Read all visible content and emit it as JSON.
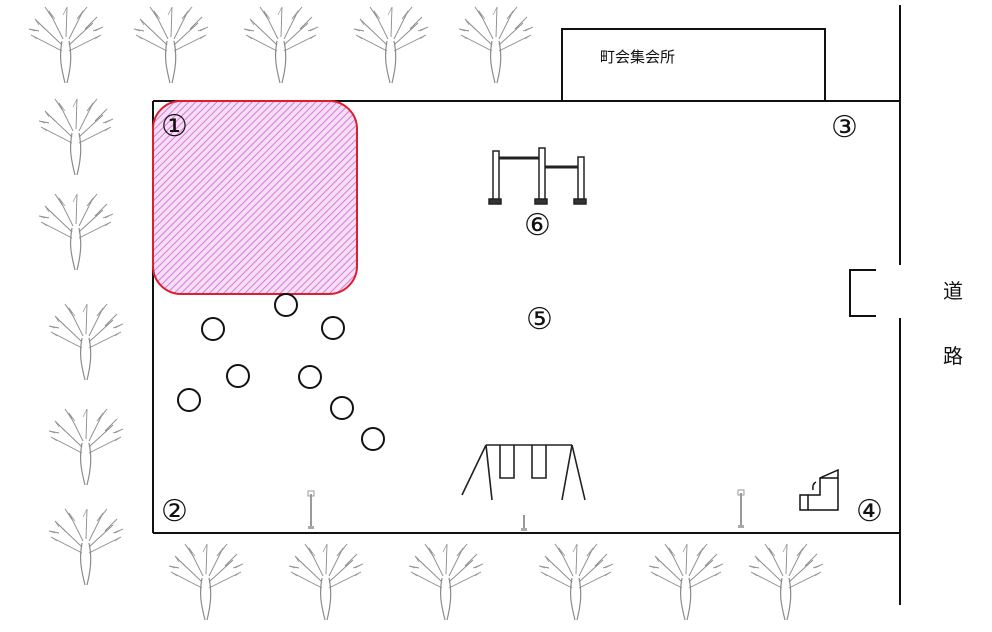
{
  "hall_label": "町会集会所",
  "road": [
    "道",
    "路"
  ],
  "markers": {
    "m1": "①",
    "m2": "②",
    "m3": "③",
    "m4": "④",
    "m5": "⑤",
    "m6": "⑥"
  },
  "colors": {
    "line": "#111111",
    "highlight_border": "#dd1e2d",
    "highlight_fill": "#e9a3ea",
    "tree": "#8a8a8a"
  },
  "icons": [
    "tree-icon",
    "horizontal-bar-icon",
    "swing-icon",
    "light-pole-icon",
    "drinking-fountain-icon"
  ]
}
